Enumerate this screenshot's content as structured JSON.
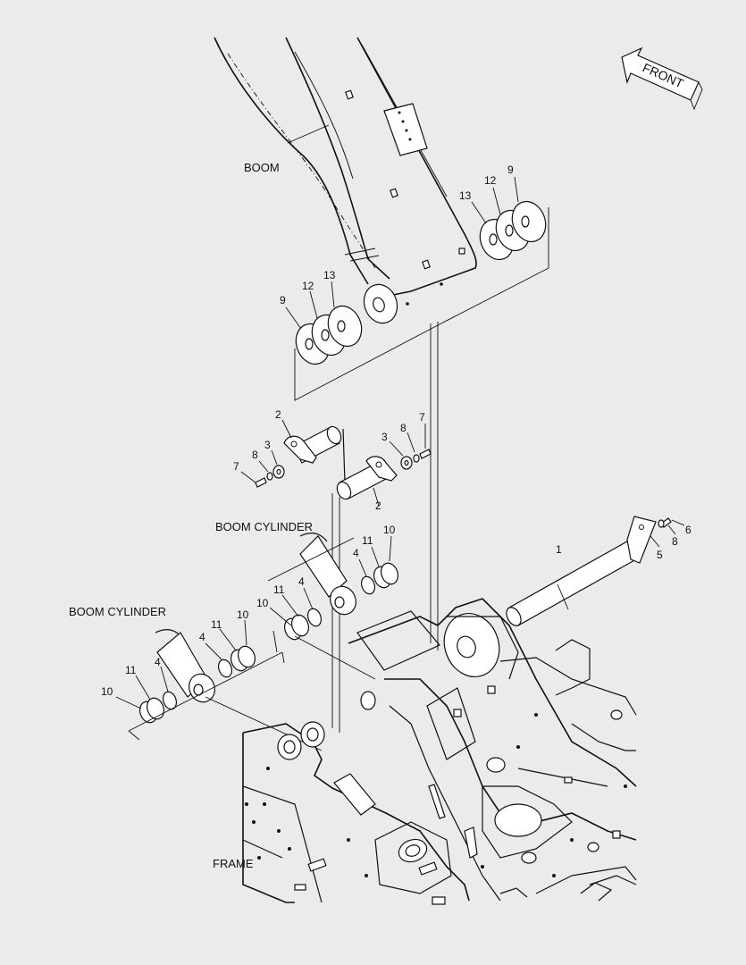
{
  "labels": {
    "boom": "BOOM",
    "boom_cylinder_upper": "BOOM CYLINDER",
    "boom_cylinder_lower": "BOOM CYLINDER",
    "frame": "FRAME",
    "front": "FRONT"
  },
  "callouts": {
    "c1": "1",
    "c2a": "2",
    "c2b": "2",
    "c3a": "3",
    "c3b": "3",
    "c4a": "4",
    "c4b": "4",
    "c4c": "4",
    "c4d": "4",
    "c5": "5",
    "c6": "6",
    "c7a": "7",
    "c7b": "7",
    "c8a": "8",
    "c8b": "8",
    "c8c": "8",
    "c9a": "9",
    "c9b": "9",
    "c10a": "10",
    "c10b": "10",
    "c10c": "10",
    "c10d": "10",
    "c11a": "11",
    "c11b": "11",
    "c11c": "11",
    "c11d": "11",
    "c12a": "12",
    "c12b": "12",
    "c13a": "13",
    "c13b": "13"
  }
}
